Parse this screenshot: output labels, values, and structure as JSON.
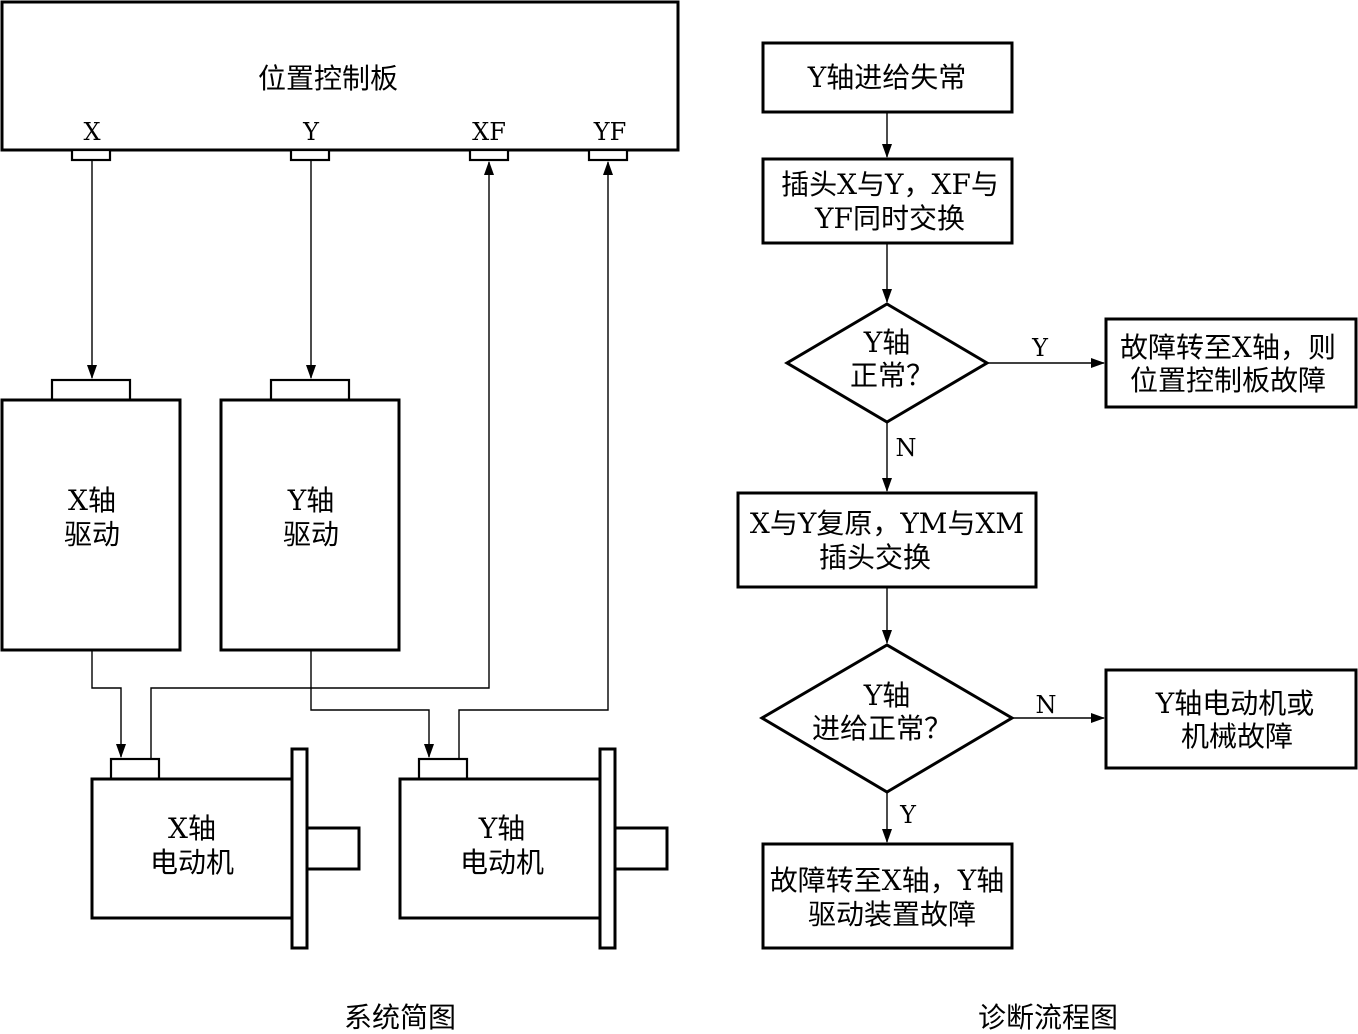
{
  "system": {
    "board": "位置控制板",
    "ports": {
      "x": "X",
      "y": "Y",
      "xf": "XF",
      "yf": "YF"
    },
    "x_drive": [
      "X轴",
      "驱动"
    ],
    "y_drive": [
      "Y轴",
      "驱动"
    ],
    "x_motor": [
      "X轴",
      "电动机"
    ],
    "y_motor": [
      "Y轴",
      "电动机"
    ],
    "caption": "系统简图"
  },
  "flow": {
    "start": "Y轴进给失常",
    "step1": [
      "插头X与Y，XF与",
      "YF同时交换"
    ],
    "decision1": [
      "Y轴",
      "正常？"
    ],
    "result1": [
      "故障转至X轴，则",
      "位置控制板故障"
    ],
    "step2": [
      "X与Y复原，YM与XM",
      "插头交换"
    ],
    "decision2": [
      "Y轴",
      "进给正常？"
    ],
    "result2": [
      "Y轴电动机或",
      "机械故障"
    ],
    "result3": [
      "故障转至X轴，Y轴",
      "驱动装置故障"
    ],
    "edge_yes": "Y",
    "edge_no": "N",
    "caption": "诊断流程图"
  }
}
